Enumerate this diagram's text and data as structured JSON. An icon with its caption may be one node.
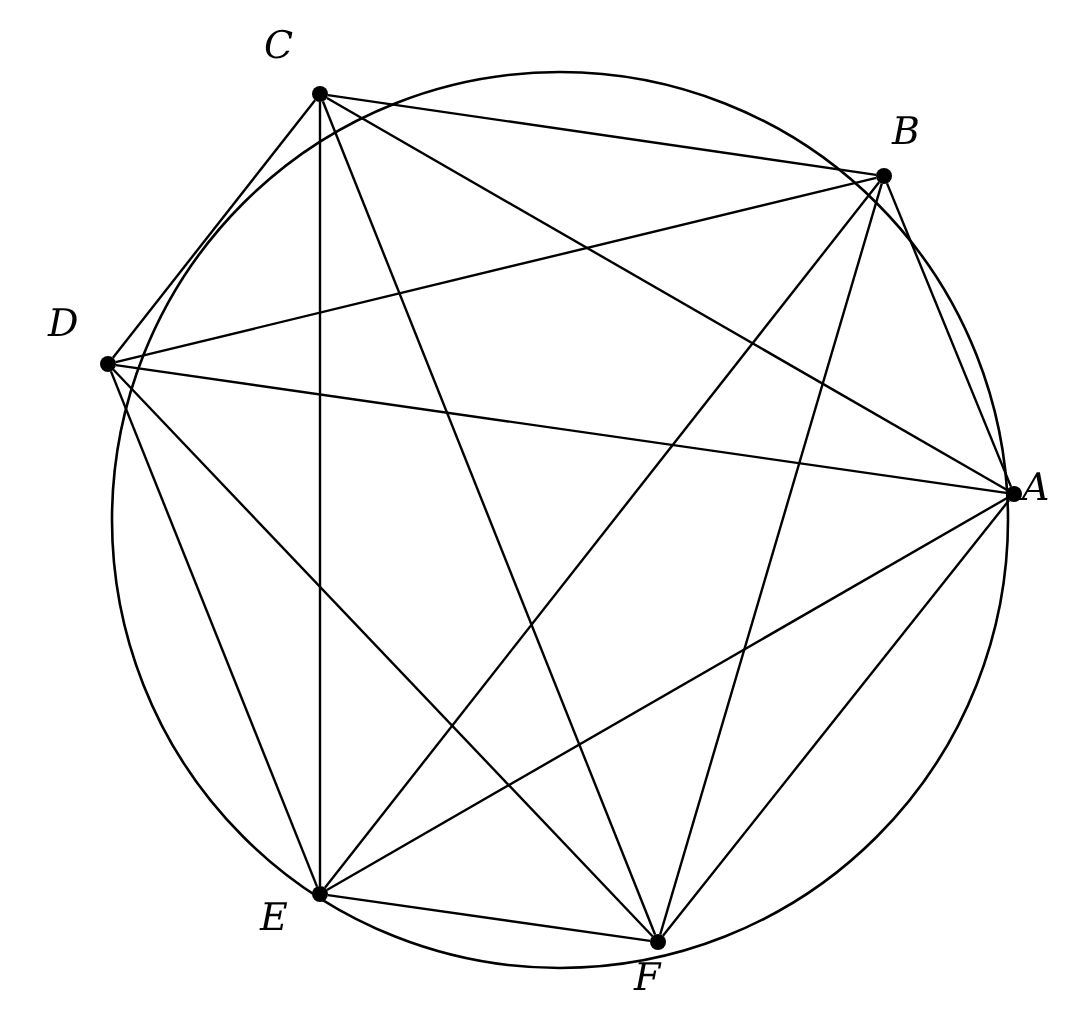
{
  "diagram": {
    "nodes": [
      {
        "text": [
          "A"
        ]
      },
      {
        "text": [
          "B"
        ]
      },
      {
        "text": [
          "C"
        ]
      },
      {
        "text": [
          "D"
        ]
      },
      {
        "text": [
          "E"
        ]
      },
      {
        "text": [
          "F"
        ]
      }
    ],
    "edges": [
      {
        "from": 0,
        "to": 1,
        "arrow": "none"
      },
      {
        "from": 0,
        "to": 2,
        "arrow": "none"
      },
      {
        "from": 0,
        "to": 3,
        "arrow": "none"
      },
      {
        "from": 0,
        "to": 4,
        "arrow": "none"
      },
      {
        "from": 0,
        "to": 5,
        "arrow": "none"
      },
      {
        "from": 1,
        "to": 2,
        "arrow": "none"
      },
      {
        "from": 1,
        "to": 3,
        "arrow": "none"
      },
      {
        "from": 1,
        "to": 4,
        "arrow": "none"
      },
      {
        "from": 1,
        "to": 5,
        "arrow": "none"
      },
      {
        "from": 2,
        "to": 3,
        "arrow": "none"
      },
      {
        "from": 2,
        "to": 4,
        "arrow": "none"
      },
      {
        "from": 2,
        "to": 5,
        "arrow": "none"
      },
      {
        "from": 3,
        "to": 4,
        "arrow": "none"
      },
      {
        "from": 3,
        "to": 5,
        "arrow": "none"
      },
      {
        "from": 4,
        "to": 5,
        "arrow": "none"
      }
    ]
  }
}
